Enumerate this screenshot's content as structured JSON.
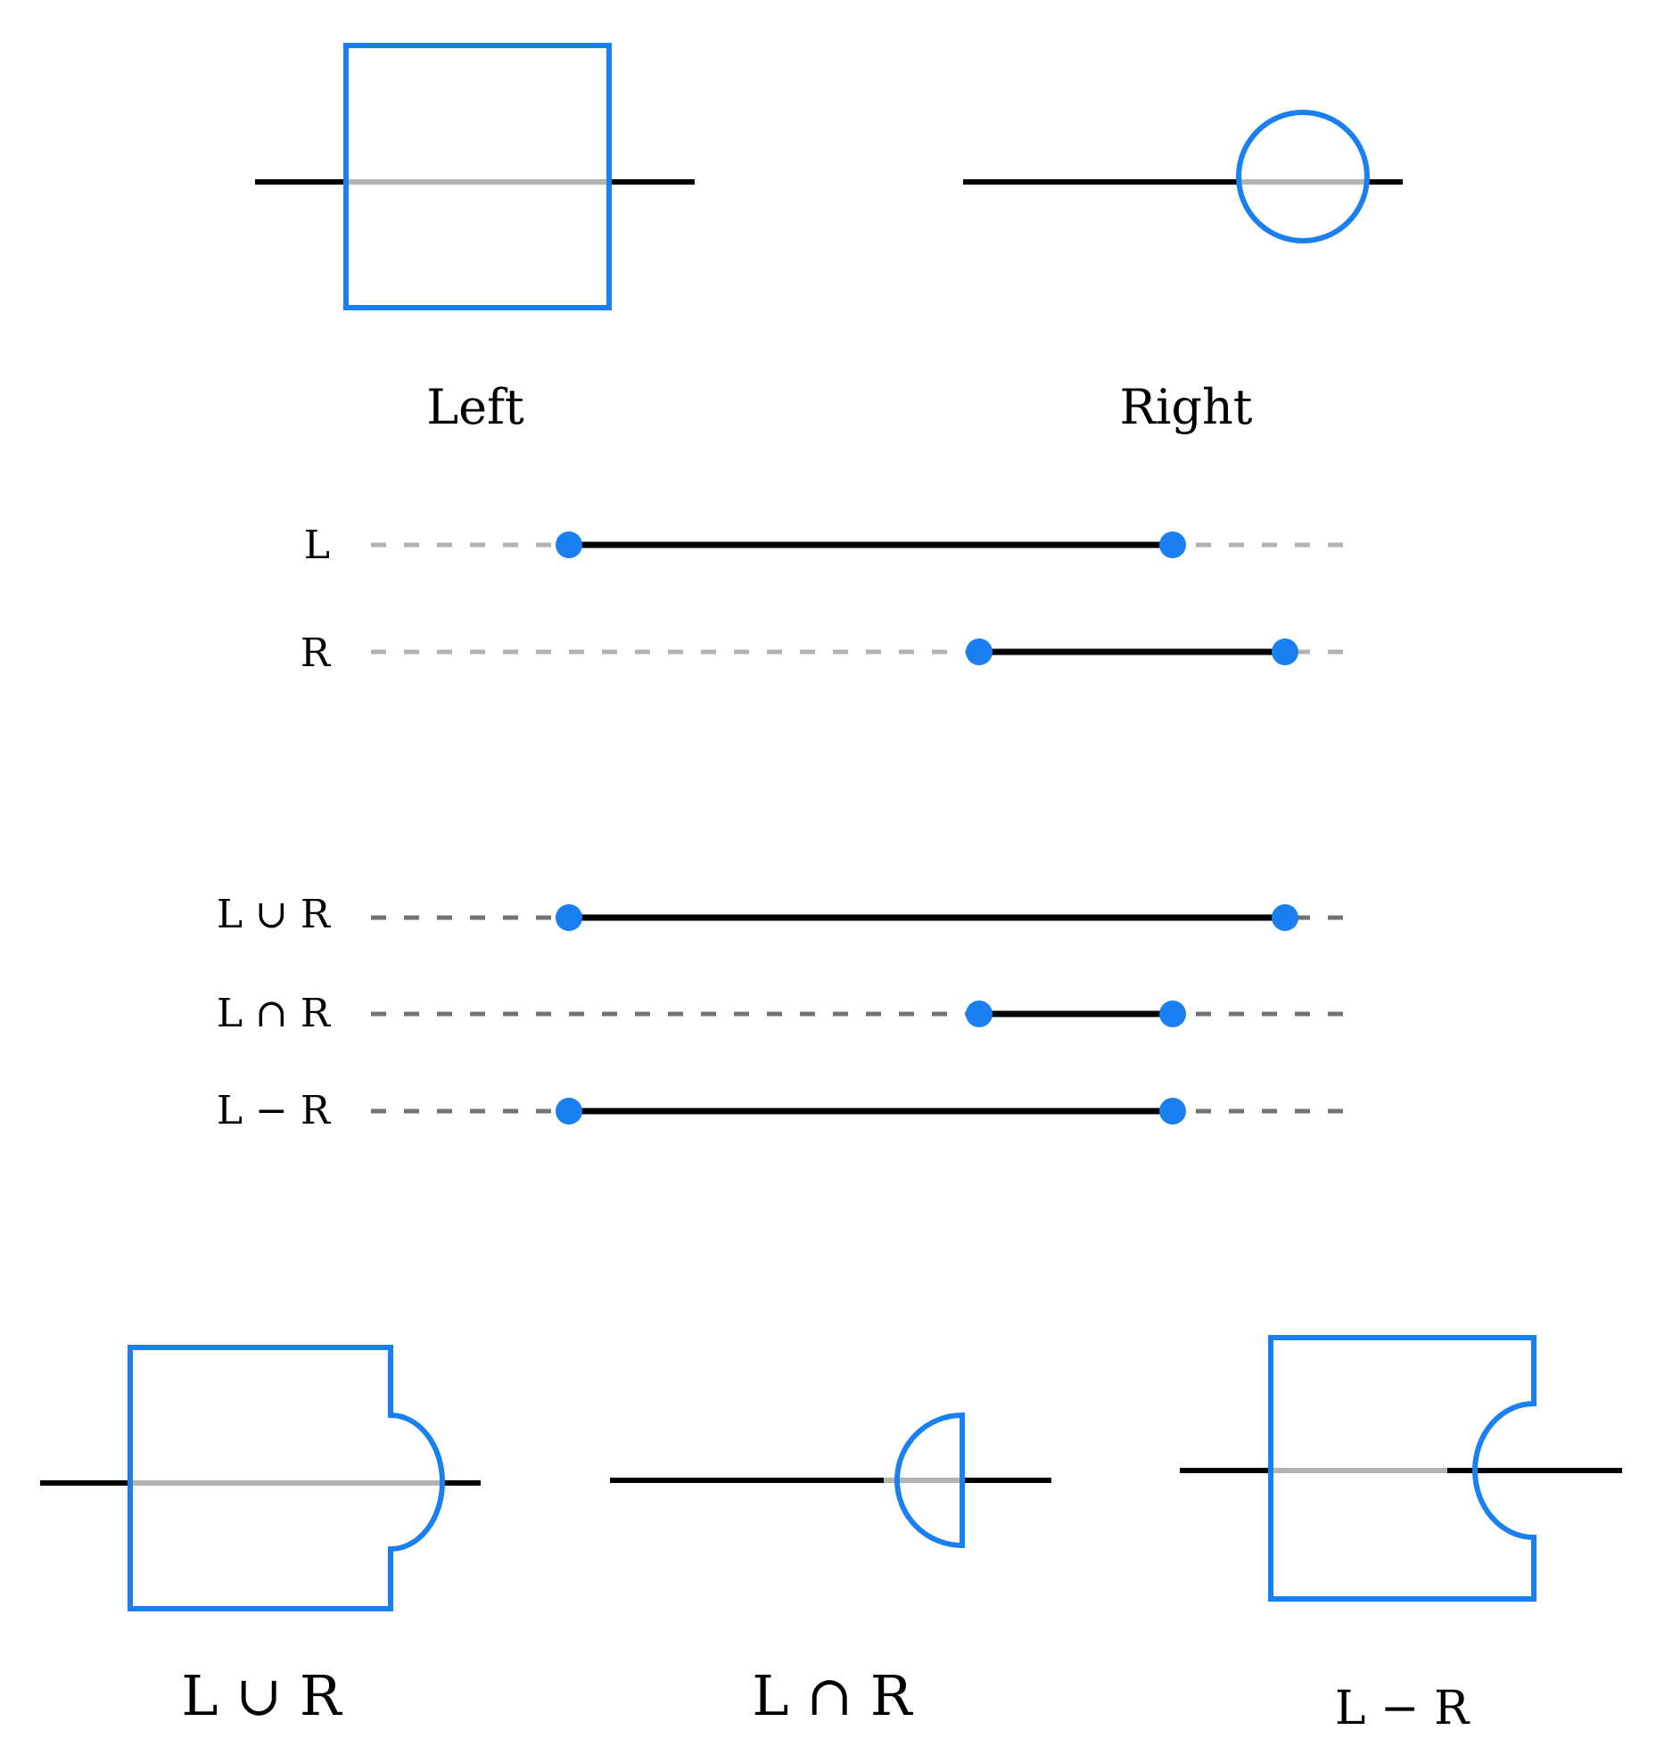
{
  "colors": {
    "shape_blue": "#1a7ff0",
    "line_black": "#000000",
    "inside_grey": "#b3b3b3",
    "dash_light": "#b3b3b3",
    "dash_dark": "#737373"
  },
  "top_shapes": {
    "left_label": "Left",
    "right_label": "Right"
  },
  "intervals": {
    "inputs": [
      {
        "label": "L"
      },
      {
        "label": "R"
      }
    ],
    "results": [
      {
        "label": "L ∪ R"
      },
      {
        "label": "L ∩ R"
      },
      {
        "label": "L − R"
      }
    ]
  },
  "bottom_shapes": {
    "union_label": "L ∪ R",
    "intersection_label": "L ∩ R",
    "difference_label": "L − R"
  }
}
